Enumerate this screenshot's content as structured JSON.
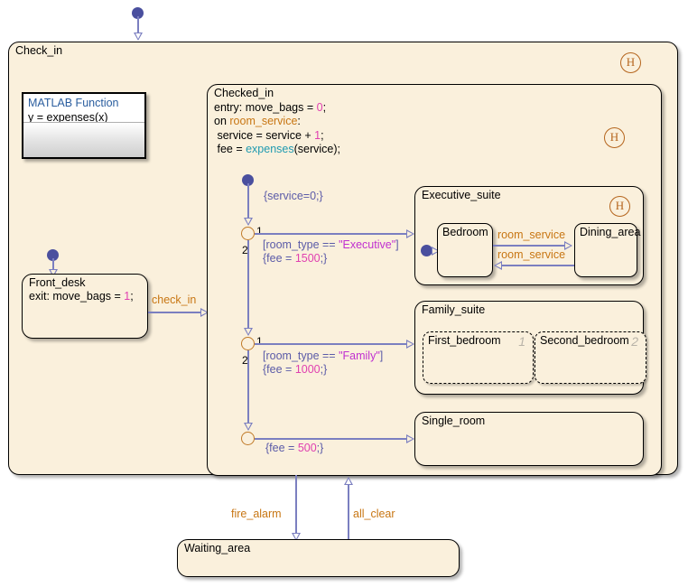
{
  "chart": {
    "title": "Check_in",
    "outer_state": "Check_in",
    "background_color": "#faf0dc",
    "transition_color": "#7b7fc0",
    "event_color": "#c87613",
    "condition_color": "#5b5ba8",
    "history_color": "#b5651d"
  },
  "matlab_function": {
    "title": "MATLAB Function",
    "signature": "y = expenses(x)"
  },
  "states": {
    "check_in": {
      "name": "Check_in"
    },
    "front_desk": {
      "name": "Front_desk",
      "action": "exit: move_bags = 1;",
      "action_prefix": "exit: move_bags = ",
      "action_value": "1",
      "action_suffix": ";"
    },
    "checked_in": {
      "name": "Checked_in",
      "line1_prefix": "entry: move_bags = ",
      "line1_value": "0",
      "line1_suffix": ";",
      "line2_prefix": "on ",
      "line2_event": "room_service",
      "line2_suffix": ":",
      "line3": " service = service + ",
      "line3_value": "1",
      "line3_suffix": ";",
      "line4_prefix": " fee = ",
      "line4_fn": "expenses",
      "line4_suffix": "(service);"
    },
    "executive_suite": {
      "name": "Executive_suite"
    },
    "bedroom": {
      "name": "Bedroom"
    },
    "dining_area": {
      "name": "Dining_area"
    },
    "family_suite": {
      "name": "Family_suite"
    },
    "first_bedroom": {
      "name": "First_bedroom",
      "index": "1"
    },
    "second_bedroom": {
      "name": "Second_bedroom",
      "index": "2"
    },
    "single_room": {
      "name": "Single_room"
    },
    "waiting_area": {
      "name": "Waiting_area"
    }
  },
  "history_junctions": {
    "check_in_h": "H",
    "checked_in_h": "H",
    "executive_suite_h": "H"
  },
  "transitions": {
    "check_in_event": "check_in",
    "fire_alarm": "fire_alarm",
    "all_clear": "all_clear",
    "room_service_out": "room_service",
    "room_service_back": "room_service",
    "default_action": "{service=0;}",
    "executive_condition": "[room_type == \"Executive\"]",
    "executive_condition_pre": "[room_type == ",
    "executive_condition_str": "\"Executive\"",
    "executive_condition_post": "]",
    "executive_action_pre": "{fee = ",
    "executive_action_val": "1500",
    "executive_action_post": ";}",
    "family_condition_pre": "[room_type == ",
    "family_condition_str": "\"Family\"",
    "family_condition_post": "]",
    "family_action_pre": "{fee = ",
    "family_action_val": "1000",
    "family_action_post": ";}",
    "single_action_pre": "{fee = ",
    "single_action_val": "500",
    "single_action_post": ";}",
    "junction1_branch1": "1",
    "junction1_branch2": "2",
    "junction2_branch1": "1",
    "junction2_branch2": "2"
  }
}
